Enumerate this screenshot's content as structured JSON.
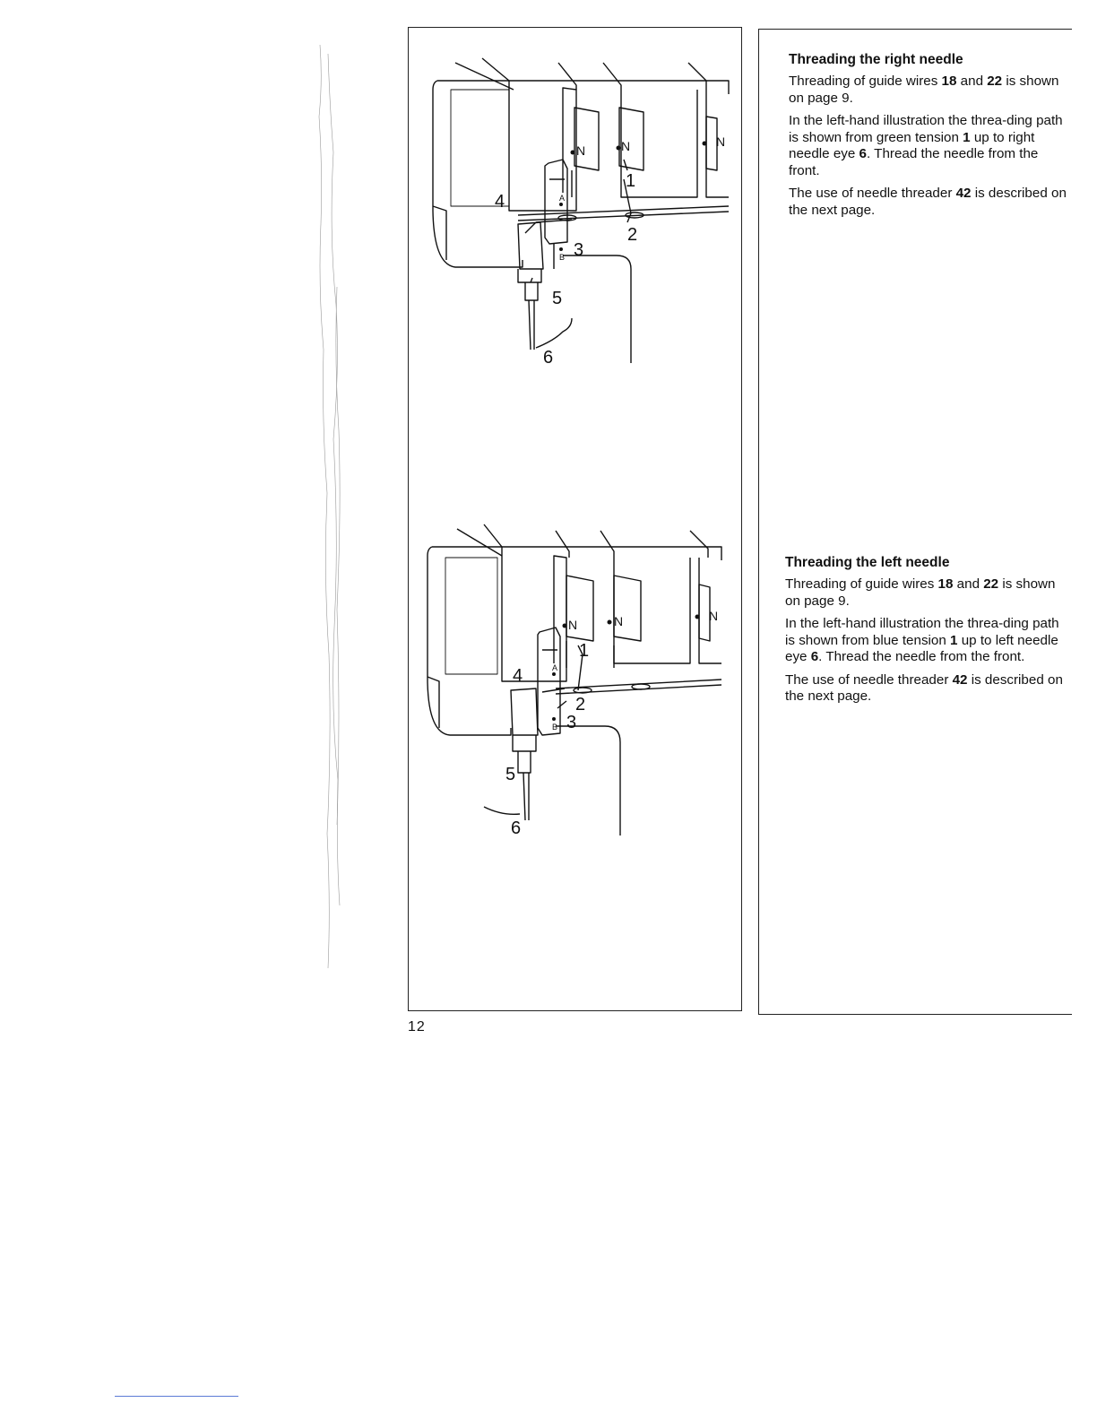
{
  "colors": {
    "footer_rule": "#5b7bd5",
    "ink": "#111111"
  },
  "illustration_top": {
    "callouts": [
      "1",
      "2",
      "3",
      "4",
      "5",
      "6"
    ],
    "mark_a": "A",
    "mark_b": "B",
    "tension_mark": "N"
  },
  "illustration_bottom": {
    "callouts": [
      "1",
      "2",
      "3",
      "4",
      "5",
      "6"
    ],
    "mark_a": "A",
    "mark_b": "B",
    "tension_mark": "N"
  },
  "right_needle": {
    "heading": "Threading the right needle",
    "p1": {
      "t1": "Threading of guide wires ",
      "n1": "18",
      "t2": " and ",
      "n2": "22",
      "t3": " is shown on page 9."
    },
    "p2": {
      "t1": "In the left-hand illustration the threa-ding path is shown from green tension ",
      "n1": "1",
      "t2": " up to right needle eye ",
      "n2": "6",
      "t3": ". Thread the needle from the front."
    },
    "p3": {
      "t1": "The use of needle threader ",
      "n1": "42",
      "t2": " is described on the next page."
    }
  },
  "left_needle": {
    "heading": "Threading the left needle",
    "p1": {
      "t1": "Threading of guide wires ",
      "n1": "18",
      "t2": " and ",
      "n2": "22",
      "t3": " is shown on page 9."
    },
    "p2": {
      "t1": "In the left-hand illustration the threa-ding path is shown from blue tension ",
      "n1": "1",
      "t2": " up to left needle eye ",
      "n2": "6",
      "t3": ". Thread the needle from the front."
    },
    "p3": {
      "t1": "The use of needle threader ",
      "n1": "42",
      "t2": " is described on the next page."
    }
  },
  "page_number": "12"
}
